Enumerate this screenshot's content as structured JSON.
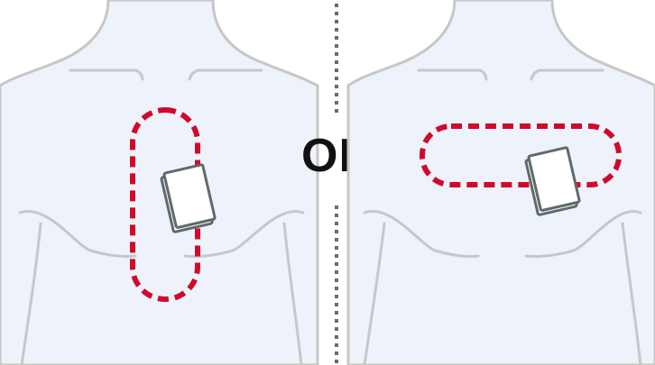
{
  "separator_text": "OR",
  "colors": {
    "background": "#ffffff",
    "torso_fill": "#eef2fa",
    "outline": "#c7c7c7",
    "placement_zone": "#cf0a2c",
    "device_fill": "#ffffff",
    "device_stroke": "#5f6a6c",
    "divider": "#6b6b6b",
    "text": "#111111"
  },
  "icons": {
    "placement_zone_vertical": "dashed-vertical-oval",
    "placement_zone_horizontal": "dashed-horizontal-oval",
    "device": "patch-device-icon"
  }
}
